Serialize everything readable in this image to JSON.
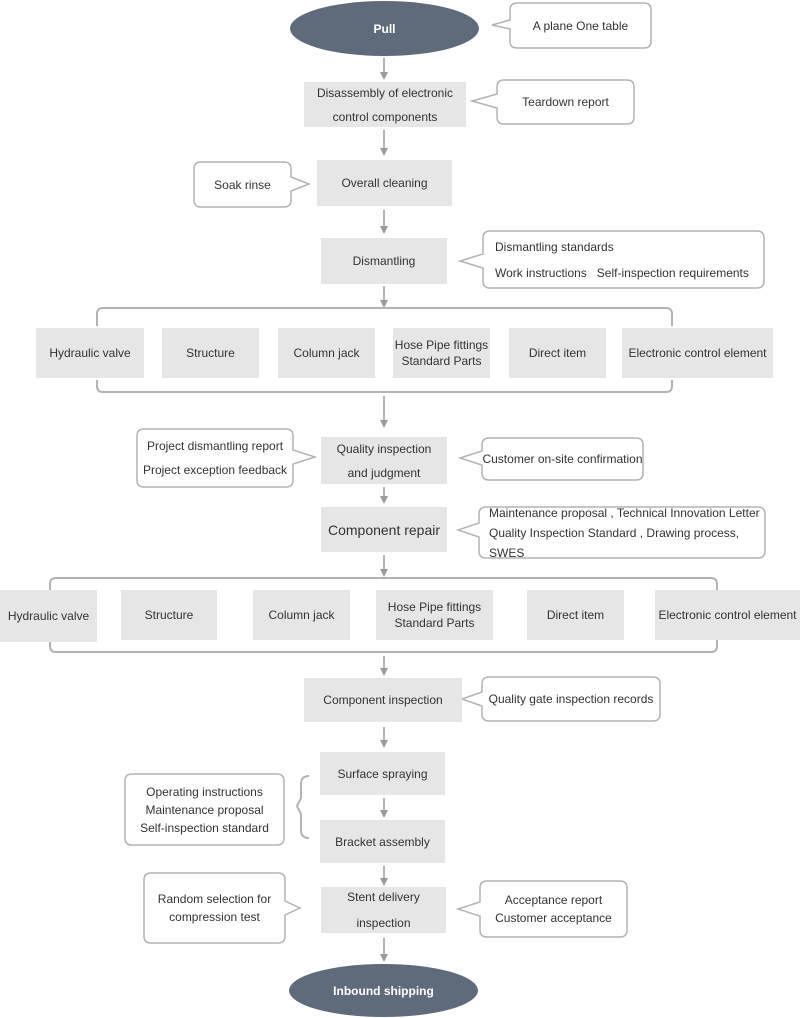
{
  "start": "Pull",
  "end": "Inbound shipping",
  "steps": {
    "disassembly": [
      "Disassembly of electronic",
      "control components"
    ],
    "cleaning": "Overall cleaning",
    "dismantling": "Dismantling",
    "quality": [
      "Quality inspection",
      "and judgment"
    ],
    "repair": "Component repair",
    "component_inspection": "Component inspection",
    "spraying": "Surface spraying",
    "bracket": "Bracket assembly",
    "delivery": [
      "Stent delivery",
      "inspection"
    ]
  },
  "parts_row1": [
    [
      "Hydraulic valve"
    ],
    [
      "Structure"
    ],
    [
      "Column jack"
    ],
    [
      "Hose  Pipe fittings",
      "Standard Parts"
    ],
    [
      "Direct item"
    ],
    [
      "Electronic control element"
    ]
  ],
  "parts_row2": [
    [
      "Hydraulic valve"
    ],
    [
      "Structure"
    ],
    [
      "Column jack"
    ],
    [
      "Hose  Pipe fittings",
      "Standard Parts"
    ],
    [
      "Direct item"
    ],
    [
      "Electronic control element"
    ]
  ],
  "notes": {
    "plane_table": "A plane One table",
    "teardown": "Teardown report",
    "soak": "Soak rinse",
    "dismantling_std": [
      "Dismantling standards",
      "Work instructions   Self-inspection requirements"
    ],
    "project_report": [
      "Project dismantling report",
      "Project exception feedback"
    ],
    "customer_confirm": "Customer on-site confirmation",
    "maintenance": [
      "Maintenance proposal , Technical Innovation Letter",
      "Quality Inspection Standard , Drawing process, SWES"
    ],
    "quality_gate": "Quality gate inspection records",
    "operating": [
      "Operating instructions",
      "Maintenance proposal",
      "Self-inspection standard"
    ],
    "random": [
      "Random selection for",
      "compression test"
    ],
    "acceptance": [
      "Acceptance report",
      "Customer acceptance"
    ]
  },
  "colors": {
    "node_fill": "#e6e6e6",
    "terminal_fill": "#5f6b7b",
    "line": "#999999",
    "note_border": "#b3b3b3"
  }
}
